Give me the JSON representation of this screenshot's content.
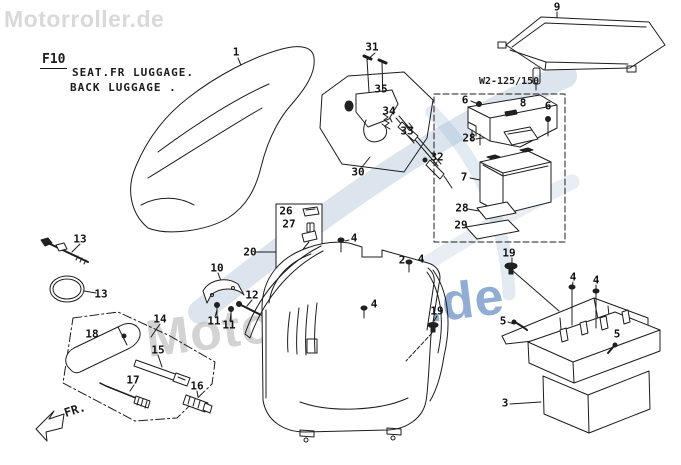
{
  "page": {
    "background": "#ffffff",
    "ink_color": "#1c1c1c",
    "accent_blue": "#3a6fb0",
    "watermark_gray": "#d9d9d9"
  },
  "watermark": {
    "corner_text": "Motorroller.de",
    "center_main": "Motorroller",
    "center_suffix": ".de"
  },
  "header": {
    "figure_code": "F10",
    "title_line1": "SEAT.FR LUGGAGE.",
    "title_line2": "BACK LUGGAGE ."
  },
  "inset": {
    "label": "W2-125/150"
  },
  "direction": {
    "label": "FR."
  },
  "callouts": [
    {
      "label": "1"
    },
    {
      "label": "31"
    },
    {
      "label": "35"
    },
    {
      "label": "34"
    },
    {
      "label": "33"
    },
    {
      "label": "32"
    },
    {
      "label": "30"
    },
    {
      "label": "9"
    },
    {
      "label": "6"
    },
    {
      "label": "8"
    },
    {
      "label": "6"
    },
    {
      "label": "28"
    },
    {
      "label": "7"
    },
    {
      "label": "28"
    },
    {
      "label": "29"
    },
    {
      "label": "13"
    },
    {
      "label": "13"
    },
    {
      "label": "10"
    },
    {
      "label": "11"
    },
    {
      "label": "11"
    },
    {
      "label": "12"
    },
    {
      "label": "20"
    },
    {
      "label": "26"
    },
    {
      "label": "27"
    },
    {
      "label": "14"
    },
    {
      "label": "18"
    },
    {
      "label": "15"
    },
    {
      "label": "17"
    },
    {
      "label": "16"
    },
    {
      "label": "2"
    },
    {
      "label": "4"
    },
    {
      "label": "4"
    },
    {
      "label": "4"
    },
    {
      "label": "19"
    },
    {
      "label": "19"
    },
    {
      "label": "4"
    },
    {
      "label": "4"
    },
    {
      "label": "5"
    },
    {
      "label": "5"
    },
    {
      "label": "3"
    }
  ]
}
